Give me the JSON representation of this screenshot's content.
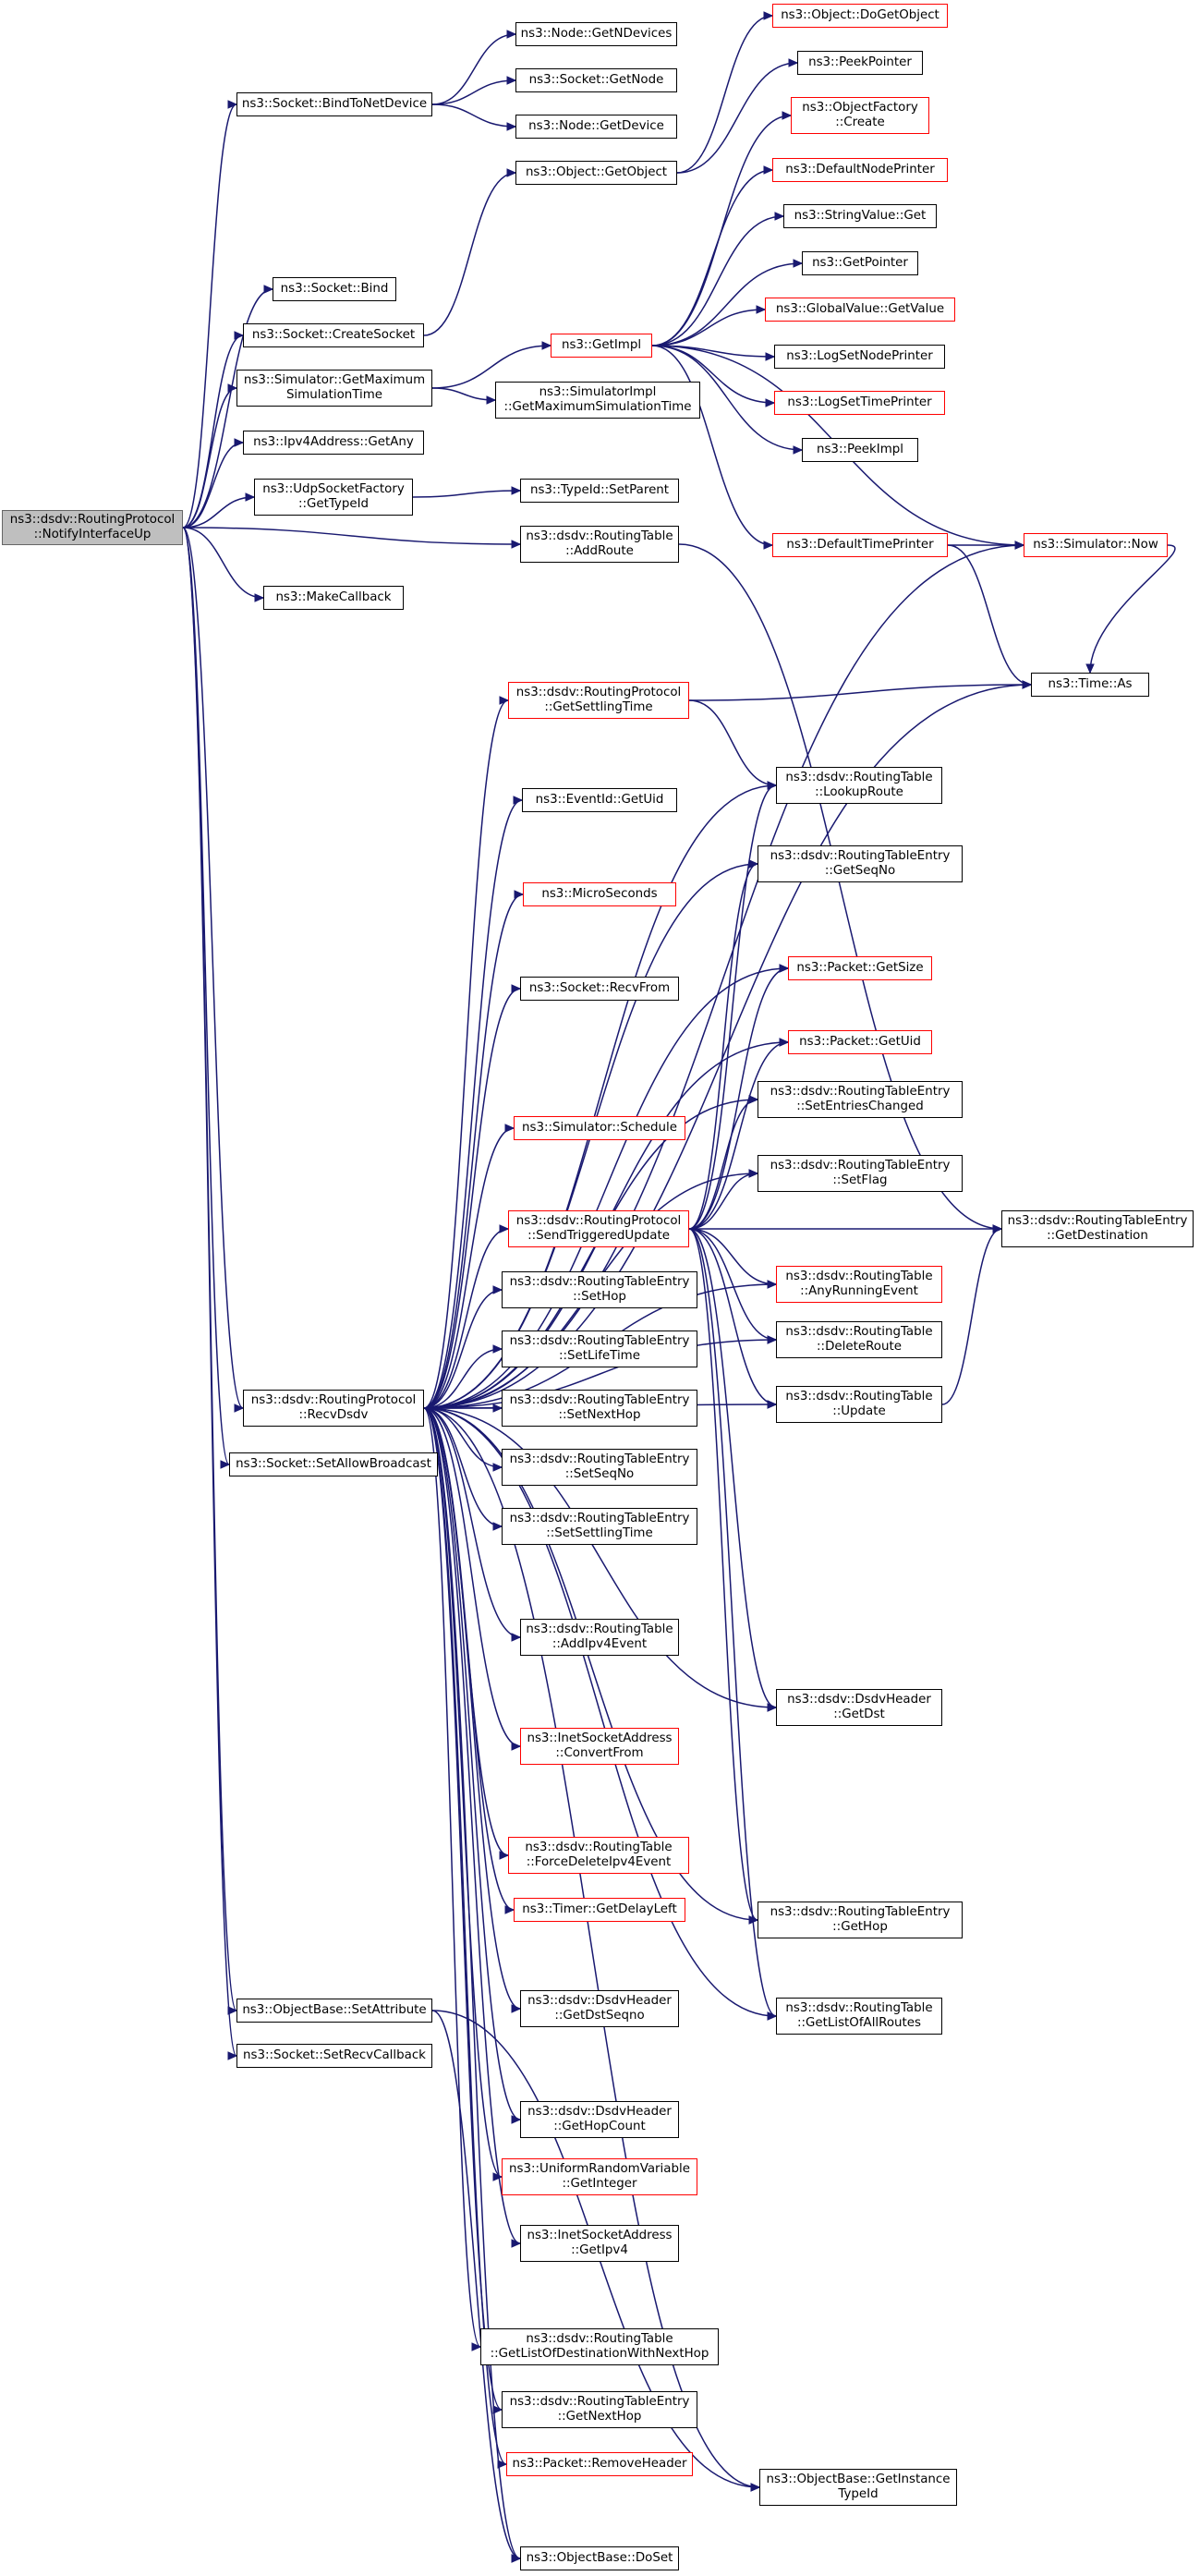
{
  "colors": {
    "edge": "#191970",
    "node_border": "#000000",
    "node_border_red": "#ff0000",
    "root_fill": "#bfbfbf"
  },
  "nodes": {
    "root": [
      "ns3::dsdv::RoutingProtocol",
      "::NotifyInterfaceUp"
    ],
    "bindToNetDevice": [
      "ns3::Socket::BindToNetDevice"
    ],
    "nodeGetNDevices": [
      "ns3::Node::GetNDevices"
    ],
    "socketGetNode": [
      "ns3::Socket::GetNode"
    ],
    "nodeGetDevice": [
      "ns3::Node::GetDevice"
    ],
    "objectGetObject": [
      "ns3::Object::GetObject"
    ],
    "objectDoGetObject": [
      "ns3::Object::DoGetObject"
    ],
    "peekPointer": [
      "ns3::PeekPointer"
    ],
    "objectFactoryCreate": [
      "ns3::ObjectFactory",
      "::Create"
    ],
    "defaultNodePrinter": [
      "ns3::DefaultNodePrinter"
    ],
    "stringValueGet": [
      "ns3::StringValue::Get"
    ],
    "getPointer": [
      "ns3::GetPointer"
    ],
    "globalValueGetValue": [
      "ns3::GlobalValue::GetValue"
    ],
    "getImpl": [
      "ns3::GetImpl"
    ],
    "logSetNodePrinter": [
      "ns3::LogSetNodePrinter"
    ],
    "logSetTimePrinter": [
      "ns3::LogSetTimePrinter"
    ],
    "peekImpl": [
      "ns3::PeekImpl"
    ],
    "socketBind": [
      "ns3::Socket::Bind"
    ],
    "createSocket": [
      "ns3::Socket::CreateSocket"
    ],
    "simGetMaxTime": [
      "ns3::Simulator::GetMaximum",
      "SimulationTime"
    ],
    "simImplGetMaxTime": [
      "ns3::SimulatorImpl",
      "::GetMaximumSimulationTime"
    ],
    "ipv4GetAny": [
      "ns3::Ipv4Address::GetAny"
    ],
    "udpGetTypeId": [
      "ns3::UdpSocketFactory",
      "::GetTypeId"
    ],
    "typeIdSetParent": [
      "ns3::TypeId::SetParent"
    ],
    "defaultTimePrinter": [
      "ns3::DefaultTimePrinter"
    ],
    "simulatorNow": [
      "ns3::Simulator::Now"
    ],
    "rtAddRoute": [
      "ns3::dsdv::RoutingTable",
      "::AddRoute"
    ],
    "makeCallback": [
      "ns3::MakeCallback"
    ],
    "timeAs": [
      "ns3::Time::As"
    ],
    "getSettlingTime": [
      "ns3::dsdv::RoutingProtocol",
      "::GetSettlingTime"
    ],
    "rtLookupRoute": [
      "ns3::dsdv::RoutingTable",
      "::LookupRoute"
    ],
    "eventIdGetUid": [
      "ns3::EventId::GetUid"
    ],
    "rteGetSeqNo": [
      "ns3::dsdv::RoutingTableEntry",
      "::GetSeqNo"
    ],
    "microSeconds": [
      "ns3::MicroSeconds"
    ],
    "packetGetSize": [
      "ns3::Packet::GetSize"
    ],
    "socketRecvFrom": [
      "ns3::Socket::RecvFrom"
    ],
    "packetGetUid": [
      "ns3::Packet::GetUid"
    ],
    "rteSetEntriesChanged": [
      "ns3::dsdv::RoutingTableEntry",
      "::SetEntriesChanged"
    ],
    "simulatorSchedule": [
      "ns3::Simulator::Schedule"
    ],
    "rteSetFlag": [
      "ns3::dsdv::RoutingTableEntry",
      "::SetFlag"
    ],
    "sendTriggeredUpdate": [
      "ns3::dsdv::RoutingProtocol",
      "::SendTriggeredUpdate"
    ],
    "rteGetDestination": [
      "ns3::dsdv::RoutingTableEntry",
      "::GetDestination"
    ],
    "rteSetHop": [
      "ns3::dsdv::RoutingTableEntry",
      "::SetHop"
    ],
    "rtAnyRunningEvent": [
      "ns3::dsdv::RoutingTable",
      "::AnyRunningEvent"
    ],
    "rteSetLifeTime": [
      "ns3::dsdv::RoutingTableEntry",
      "::SetLifeTime"
    ],
    "rtDeleteRoute": [
      "ns3::dsdv::RoutingTable",
      "::DeleteRoute"
    ],
    "recvDsdv": [
      "ns3::dsdv::RoutingProtocol",
      "::RecvDsdv"
    ],
    "rtUpdate": [
      "ns3::dsdv::RoutingTable",
      "::Update"
    ],
    "rteSetNextHop": [
      "ns3::dsdv::RoutingTableEntry",
      "::SetNextHop"
    ],
    "setAllowBroadcast": [
      "ns3::Socket::SetAllowBroadcast"
    ],
    "rteSetSeqNo": [
      "ns3::dsdv::RoutingTableEntry",
      "::SetSeqNo"
    ],
    "rteSetSettlingTime": [
      "ns3::dsdv::RoutingTableEntry",
      "::SetSettlingTime"
    ],
    "rtAddIpv4Event": [
      "ns3::dsdv::RoutingTable",
      "::AddIpv4Event"
    ],
    "dhGetDst": [
      "ns3::dsdv::DsdvHeader",
      "::GetDst"
    ],
    "isaConvertFrom": [
      "ns3::InetSocketAddress",
      "::ConvertFrom"
    ],
    "rtForceDeleteIpv4Event": [
      "ns3::dsdv::RoutingTable",
      "::ForceDeleteIpv4Event"
    ],
    "timerGetDelayLeft": [
      "ns3::Timer::GetDelayLeft"
    ],
    "rteGetHop": [
      "ns3::dsdv::RoutingTableEntry",
      "::GetHop"
    ],
    "dhGetDstSeqno": [
      "ns3::dsdv::DsdvHeader",
      "::GetDstSeqno"
    ],
    "setAttribute": [
      "ns3::ObjectBase::SetAttribute"
    ],
    "setRecvCallback": [
      "ns3::Socket::SetRecvCallback"
    ],
    "rtGetListOfAllRoutes": [
      "ns3::dsdv::RoutingTable",
      "::GetListOfAllRoutes"
    ],
    "dhGetHopCount": [
      "ns3::dsdv::DsdvHeader",
      "::GetHopCount"
    ],
    "urvGetInteger": [
      "ns3::UniformRandomVariable",
      "::GetInteger"
    ],
    "isaGetIpv4": [
      "ns3::InetSocketAddress",
      "::GetIpv4"
    ],
    "rtGetListOfDestNextHop": [
      "ns3::dsdv::RoutingTable",
      "::GetListOfDestinationWithNextHop"
    ],
    "rteGetNextHop": [
      "ns3::dsdv::RoutingTableEntry",
      "::GetNextHop"
    ],
    "packetRemoveHeader": [
      "ns3::Packet::RemoveHeader"
    ],
    "getInstanceTypeId": [
      "ns3::ObjectBase::GetInstance",
      "TypeId"
    ],
    "objectBaseDoSet": [
      "ns3::ObjectBase::DoSet"
    ]
  }
}
